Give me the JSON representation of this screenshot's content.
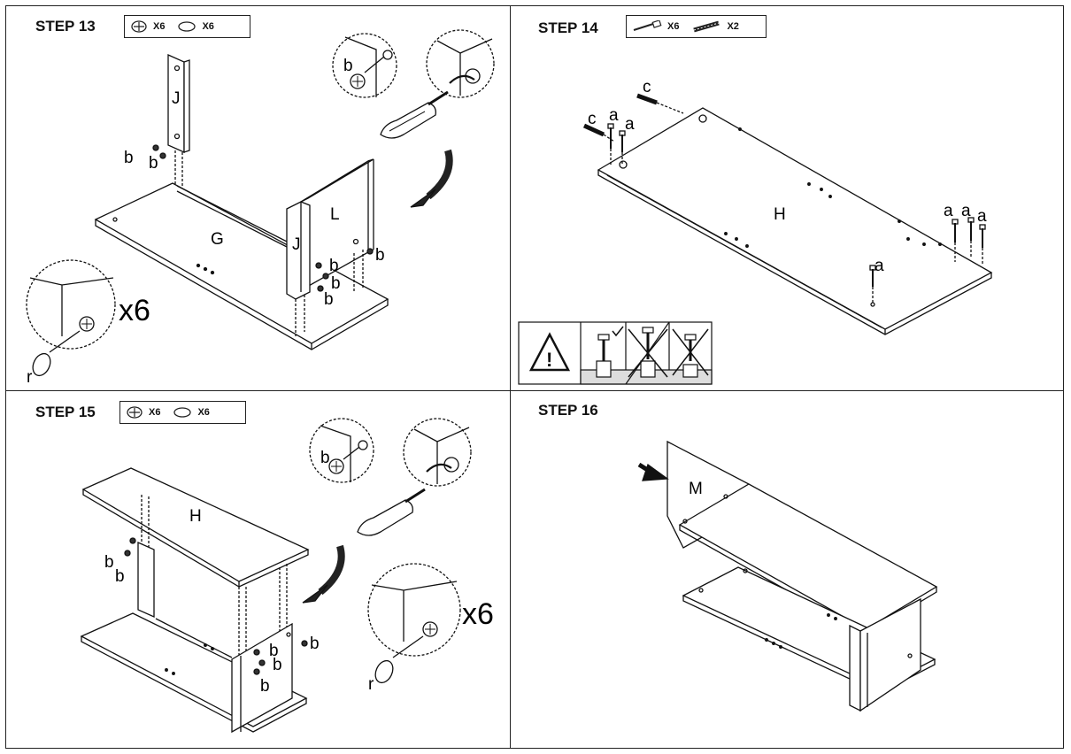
{
  "steps": [
    {
      "title": "STEP 13",
      "parts": [
        {
          "icon": "cam-lock-icon",
          "qty": "X6"
        },
        {
          "icon": "cam-cover-icon",
          "qty": "X6"
        }
      ],
      "labels": {
        "panel_j1": "J",
        "panel_j2": "J",
        "panel_l": "L",
        "panel_g": "G",
        "cam": "b",
        "cover": "r",
        "multiplier": "x6"
      }
    },
    {
      "title": "STEP 14",
      "parts": [
        {
          "icon": "screw-icon",
          "qty": "X6"
        },
        {
          "icon": "dowel-icon",
          "qty": "X2"
        }
      ],
      "labels": {
        "panel_h": "H",
        "screw": "a",
        "dowel": "c"
      }
    },
    {
      "title": "STEP 15",
      "parts": [
        {
          "icon": "cam-lock-icon",
          "qty": "X6"
        },
        {
          "icon": "cam-cover-icon",
          "qty": "X6"
        }
      ],
      "labels": {
        "panel_h": "H",
        "cam": "b",
        "cover": "r",
        "multiplier": "x6"
      }
    },
    {
      "title": "STEP 16",
      "parts": [],
      "labels": {
        "panel_m": "M"
      }
    }
  ]
}
